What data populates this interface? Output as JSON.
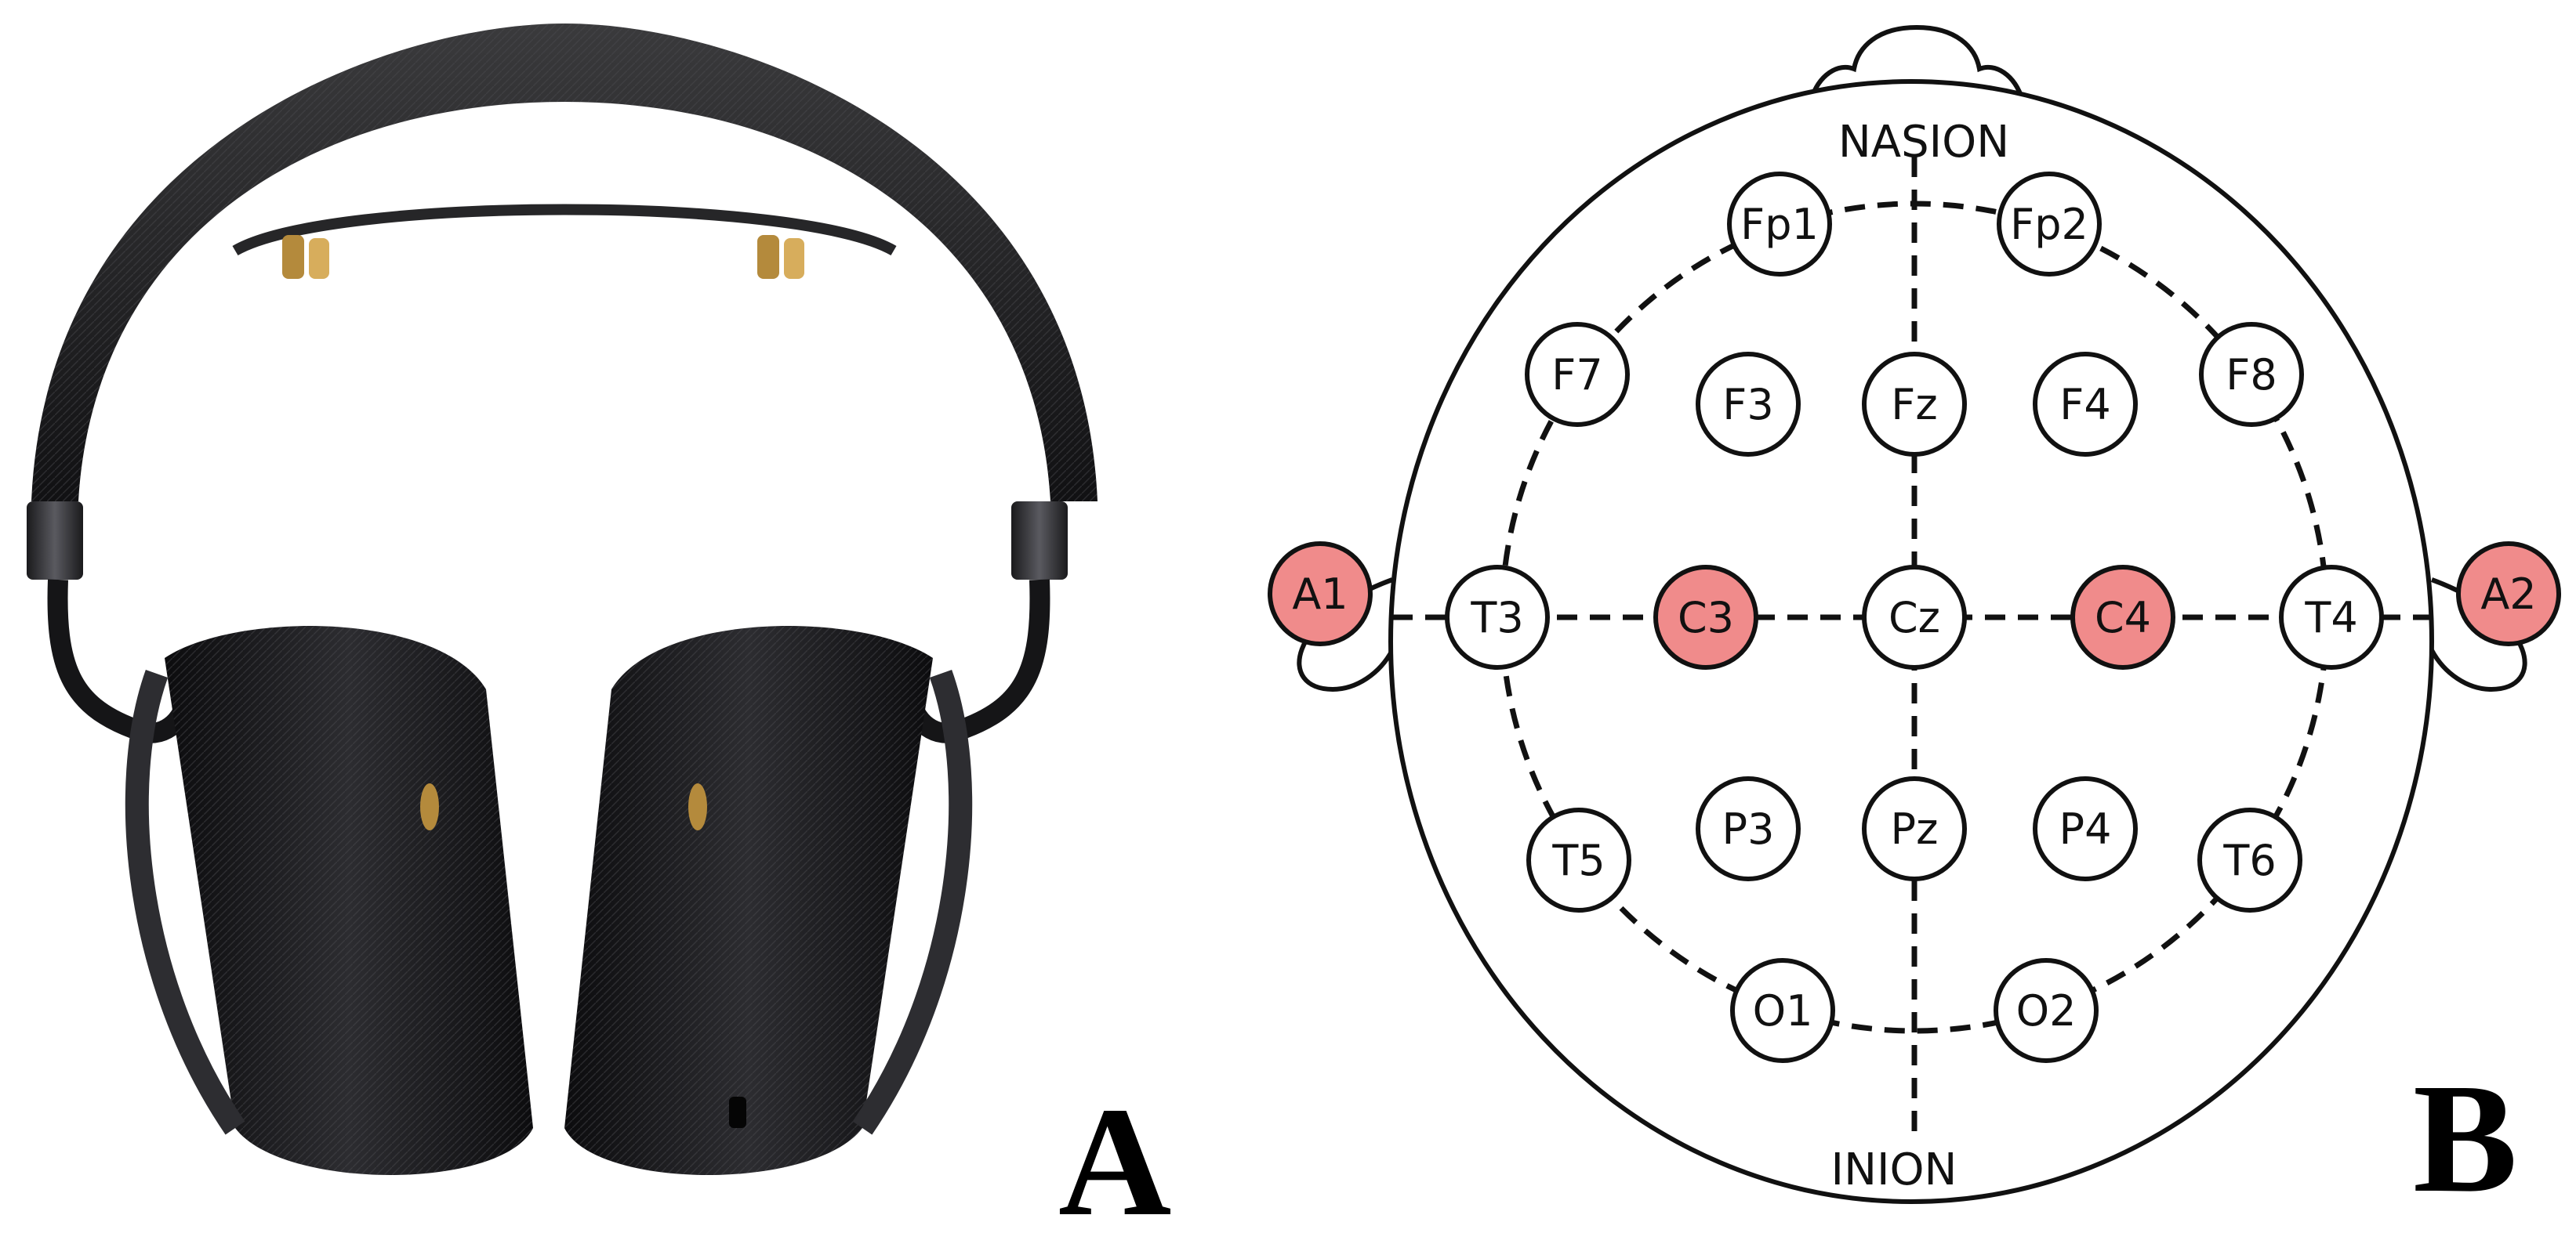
{
  "panels": {
    "a": {
      "letter": "A"
    },
    "b": {
      "letter": "B"
    }
  },
  "headset": {
    "depicts": "over-ear-headphones-with-eeg-contacts"
  },
  "eeg_map": {
    "nasion_label": "NASION",
    "inion_label": "INION",
    "highlight_color": "#f08b8b",
    "normal_color": "#ffffff",
    "electrodes": [
      {
        "id": "fp1",
        "label": "Fp1",
        "highlighted": false
      },
      {
        "id": "fp2",
        "label": "Fp2",
        "highlighted": false
      },
      {
        "id": "f7",
        "label": "F7",
        "highlighted": false
      },
      {
        "id": "f3",
        "label": "F3",
        "highlighted": false
      },
      {
        "id": "fz",
        "label": "Fz",
        "highlighted": false
      },
      {
        "id": "f4",
        "label": "F4",
        "highlighted": false
      },
      {
        "id": "f8",
        "label": "F8",
        "highlighted": false
      },
      {
        "id": "a1",
        "label": "A1",
        "highlighted": true
      },
      {
        "id": "t3",
        "label": "T3",
        "highlighted": false
      },
      {
        "id": "c3",
        "label": "C3",
        "highlighted": true
      },
      {
        "id": "cz",
        "label": "Cz",
        "highlighted": false
      },
      {
        "id": "c4",
        "label": "C4",
        "highlighted": true
      },
      {
        "id": "t4",
        "label": "T4",
        "highlighted": false
      },
      {
        "id": "a2",
        "label": "A2",
        "highlighted": true
      },
      {
        "id": "t5",
        "label": "T5",
        "highlighted": false
      },
      {
        "id": "p3",
        "label": "P3",
        "highlighted": false
      },
      {
        "id": "pz",
        "label": "Pz",
        "highlighted": false
      },
      {
        "id": "p4",
        "label": "P4",
        "highlighted": false
      },
      {
        "id": "t6",
        "label": "T6",
        "highlighted": false
      },
      {
        "id": "o1",
        "label": "O1",
        "highlighted": false
      },
      {
        "id": "o2",
        "label": "O2",
        "highlighted": false
      }
    ]
  }
}
